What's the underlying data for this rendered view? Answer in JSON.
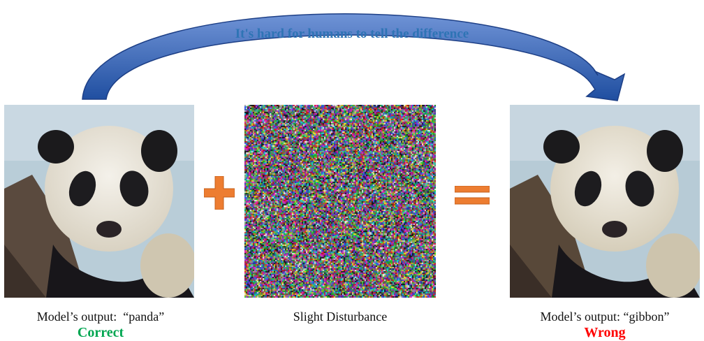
{
  "headline": "It's hard for humans to tell the difference",
  "left_panel": {
    "caption": "Model’s output:  “panda”",
    "verdict": "Correct",
    "verdict_color": "#00a651"
  },
  "middle_panel": {
    "caption": "Slight Disturbance"
  },
  "right_panel": {
    "caption": "Model’s output: “gibbon”",
    "verdict": "Wrong",
    "verdict_color": "#ff0000"
  },
  "operators": {
    "plus_symbol": "+",
    "equals_symbol": "=",
    "operator_color": "#ed7d31"
  },
  "arrow_color": "#2e5aa8"
}
